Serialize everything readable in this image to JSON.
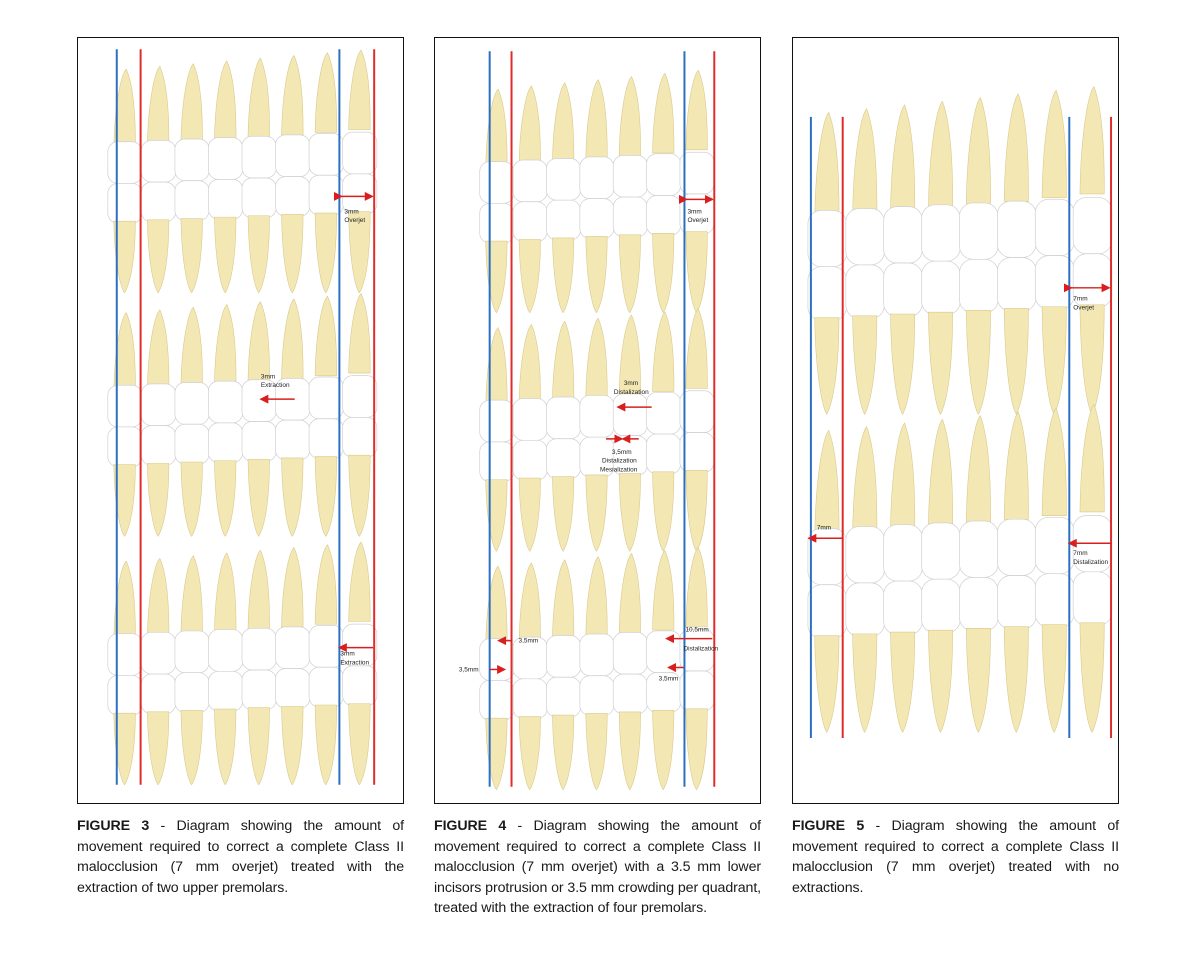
{
  "colors": {
    "blue_line": "#2b6fc2",
    "red_line": "#e02b2b",
    "arrow": "#d81e1e",
    "crown": "#ffffff",
    "root": "#f3e8b4"
  },
  "figures": [
    {
      "id": "figure-3",
      "caption_label": "FIGURE 3",
      "caption_text": " - Diagram showing the amount of movement required to correct a complete Class II malocclusion (7 mm overjet) treated with the extraction of two upper premolars.",
      "annotations": [
        {
          "l1": "3mm",
          "l2": "Overjet"
        },
        {
          "l1": "3mm",
          "l2": "Extraction"
        },
        {
          "l1": "3mm",
          "l2": "Extraction"
        }
      ]
    },
    {
      "id": "figure-4",
      "caption_label": "FIGURE 4",
      "caption_text": " - Diagram showing the amount of movement required to correct a complete Class II malocclusion (7 mm overjet) with a 3.5 mm lower incisors protrusion or 3.5 mm crowding per quadrant, treated with the extraction of four premolars.",
      "annotations": [
        {
          "l1": "3mm",
          "l2": "Overjet"
        },
        {
          "l1": "3mm",
          "l2": "Distalization"
        },
        {
          "l1": "3,5mm",
          "l2": "Distalization",
          "l3": "Mesialization"
        },
        {
          "l1": "3,5mm"
        },
        {
          "l1": "3,5mm"
        },
        {
          "l1": "10,5mm",
          "l2": "Distalization"
        },
        {
          "l1": "3,5mm"
        }
      ]
    },
    {
      "id": "figure-5",
      "caption_label": "FIGURE 5",
      "caption_text": " - Diagram showing the amount of movement required to correct a complete Class II malocclusion (7 mm overjet) treated with no extractions.",
      "annotations": [
        {
          "l1": "7mm",
          "l2": "Overjet"
        },
        {
          "l1": "7mm"
        },
        {
          "l1": "7mm",
          "l2": "Distalization"
        }
      ]
    }
  ]
}
